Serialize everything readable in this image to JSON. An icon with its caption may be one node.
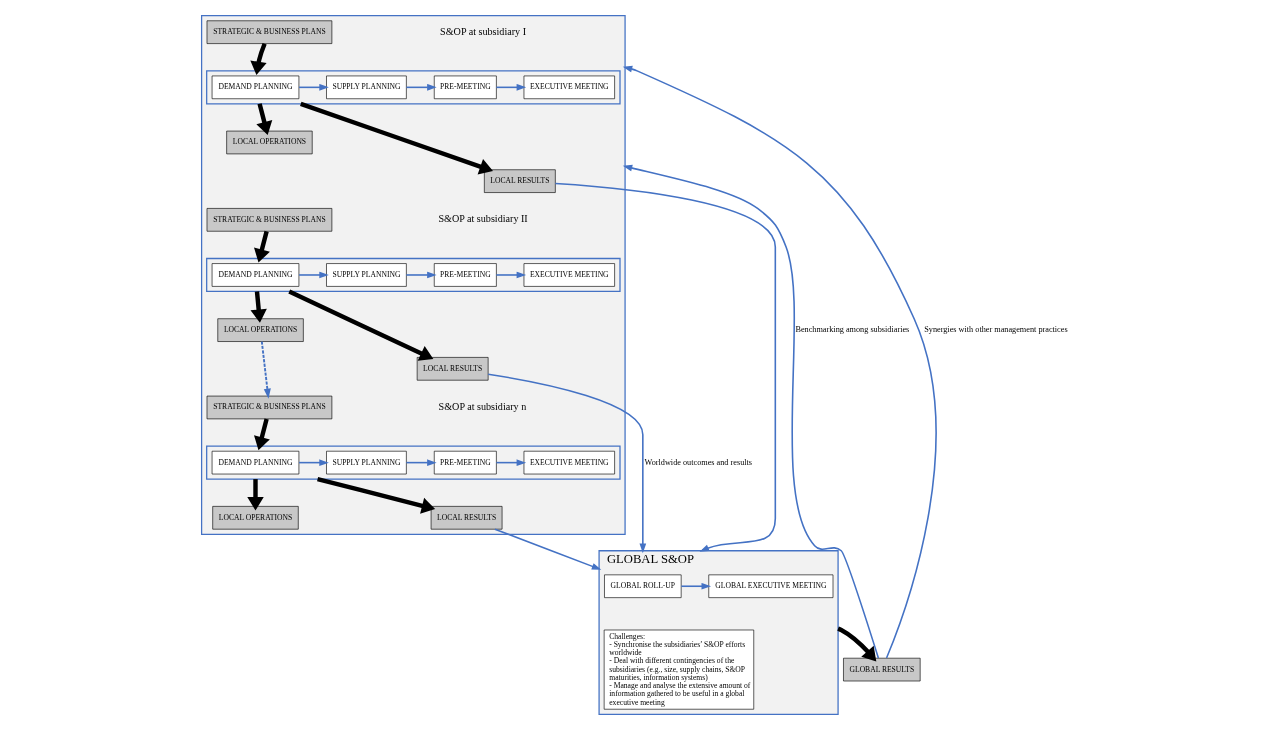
{
  "diagram": {
    "nodes": [
      {
        "text": [],
        "shape": "box"
      },
      {
        "text": [
          "STRATEGIC & BUSINESS PLANS"
        ],
        "in": 0
      },
      {
        "text": [],
        "shape": "box",
        "in": 0
      },
      {
        "text": [
          "DEMAND PLANNING"
        ],
        "in": 2
      },
      {
        "text": [
          "SUPPLY PLANNING"
        ],
        "in": 2
      },
      {
        "text": [
          "PRE-MEETING"
        ],
        "in": 2
      },
      {
        "text": [
          "EXECUTIVE MEETING"
        ],
        "in": 2
      },
      {
        "text": [
          "LOCAL OPERATIONS"
        ],
        "in": 0
      },
      {
        "text": [
          "LOCAL RESULTS"
        ],
        "in": 0
      },
      {
        "text": [
          "STRATEGIC & BUSINESS PLANS"
        ],
        "in": 0
      },
      {
        "text": [],
        "shape": "box",
        "in": 0
      },
      {
        "text": [
          "DEMAND PLANNING"
        ],
        "in": 10
      },
      {
        "text": [
          "SUPPLY PLANNING"
        ],
        "in": 10
      },
      {
        "text": [
          "PRE-MEETING"
        ],
        "in": 10
      },
      {
        "text": [
          "EXECUTIVE MEETING"
        ],
        "in": 10
      },
      {
        "text": [
          "LOCAL OPERATIONS"
        ],
        "in": 0
      },
      {
        "text": [
          "LOCAL RESULTS"
        ],
        "in": 0
      },
      {
        "text": [
          "STRATEGIC & BUSINESS PLANS"
        ],
        "in": 0
      },
      {
        "text": [],
        "shape": "box",
        "in": 0
      },
      {
        "text": [
          "DEMAND PLANNING"
        ],
        "in": 18
      },
      {
        "text": [
          "SUPPLY PLANNING"
        ],
        "in": 18
      },
      {
        "text": [
          "PRE-MEETING"
        ],
        "in": 18
      },
      {
        "text": [
          "EXECUTIVE MEETING"
        ],
        "in": 18
      },
      {
        "text": [
          "LOCAL OPERATIONS"
        ],
        "in": 0
      },
      {
        "text": [
          "LOCAL RESULTS"
        ],
        "in": 0
      },
      {
        "text": [
          "GLOBAL S&OP"
        ]
      },
      {
        "text": [
          "GLOBAL ROLL-UP"
        ],
        "in": 25
      },
      {
        "text": [
          "GLOBAL EXECUTIVE MEETING"
        ],
        "in": 25
      },
      {
        "text": [
          "Challenges:",
          "- Synchronise the subsidiaries’ S&OP efforts worldwide",
          "- Deal with different contingencies of the subsidiaries (e.g., size, supply chains, S&OP maturities, information systems)",
          "- Manage and analyse the extensive amount of information gathered to be useful in a global executive meeting"
        ],
        "in": 25
      },
      {
        "text": [
          "GLOBAL RESULTS"
        ]
      }
    ],
    "edges": [
      {
        "from": 1,
        "to": 2,
        "arrow": "to",
        "style": "thick",
        "color": "#000000"
      },
      {
        "from": 3,
        "to": 4,
        "arrow": "to",
        "color": "#4472c4"
      },
      {
        "from": 4,
        "to": 5,
        "arrow": "to",
        "color": "#4472c4"
      },
      {
        "from": 5,
        "to": 6,
        "arrow": "to",
        "color": "#4472c4"
      },
      {
        "from": 2,
        "to": 7,
        "arrow": "to",
        "style": "thick",
        "color": "#000000"
      },
      {
        "from": 2,
        "to": 8,
        "arrow": "to",
        "style": "thick",
        "color": "#000000"
      },
      {
        "from": 9,
        "to": 10,
        "arrow": "to",
        "style": "thick",
        "color": "#000000"
      },
      {
        "from": 11,
        "to": 12,
        "arrow": "to",
        "color": "#4472c4"
      },
      {
        "from": 12,
        "to": 13,
        "arrow": "to",
        "color": "#4472c4"
      },
      {
        "from": 13,
        "to": 14,
        "arrow": "to",
        "color": "#4472c4"
      },
      {
        "from": 10,
        "to": 15,
        "arrow": "to",
        "style": "thick",
        "color": "#000000"
      },
      {
        "from": 10,
        "to": 16,
        "arrow": "to",
        "style": "thick",
        "color": "#000000"
      },
      {
        "from": 15,
        "to": 17,
        "arrow": "to",
        "style": "dashed",
        "color": "#4472c4"
      },
      {
        "from": 17,
        "to": 18,
        "arrow": "to",
        "style": "thick",
        "color": "#000000"
      },
      {
        "from": 19,
        "to": 20,
        "arrow": "to",
        "color": "#4472c4"
      },
      {
        "from": 20,
        "to": 21,
        "arrow": "to",
        "color": "#4472c4"
      },
      {
        "from": 21,
        "to": 22,
        "arrow": "to",
        "color": "#4472c4"
      },
      {
        "from": 18,
        "to": 23,
        "arrow": "to",
        "style": "thick",
        "color": "#000000"
      },
      {
        "from": 18,
        "to": 24,
        "arrow": "to",
        "style": "thick",
        "color": "#000000"
      },
      {
        "from": 8,
        "to": 25,
        "arrow": "to",
        "color": "#4472c4"
      },
      {
        "from": 16,
        "to": 25,
        "arrow": "to",
        "color": "#4472c4",
        "label": "Worldwide outcomes and results"
      },
      {
        "from": 24,
        "to": 25,
        "arrow": "to",
        "color": "#4472c4"
      },
      {
        "from": 26,
        "to": 27,
        "arrow": "to",
        "color": "#4472c4"
      },
      {
        "from": 25,
        "to": 29,
        "arrow": "to",
        "style": "thick",
        "color": "#000000"
      },
      {
        "from": 29,
        "to": 0,
        "arrow": "to",
        "color": "#4472c4",
        "label": "Benchmarking among subsidiaries"
      },
      {
        "from": 29,
        "to": 0,
        "arrow": "to",
        "color": "#4472c4",
        "label": "Synergies with other management practices"
      }
    ],
    "labels": [
      "S&OP at subsidiary I",
      "S&OP at subsidiary II",
      "S&OP at subsidiary n"
    ]
  }
}
